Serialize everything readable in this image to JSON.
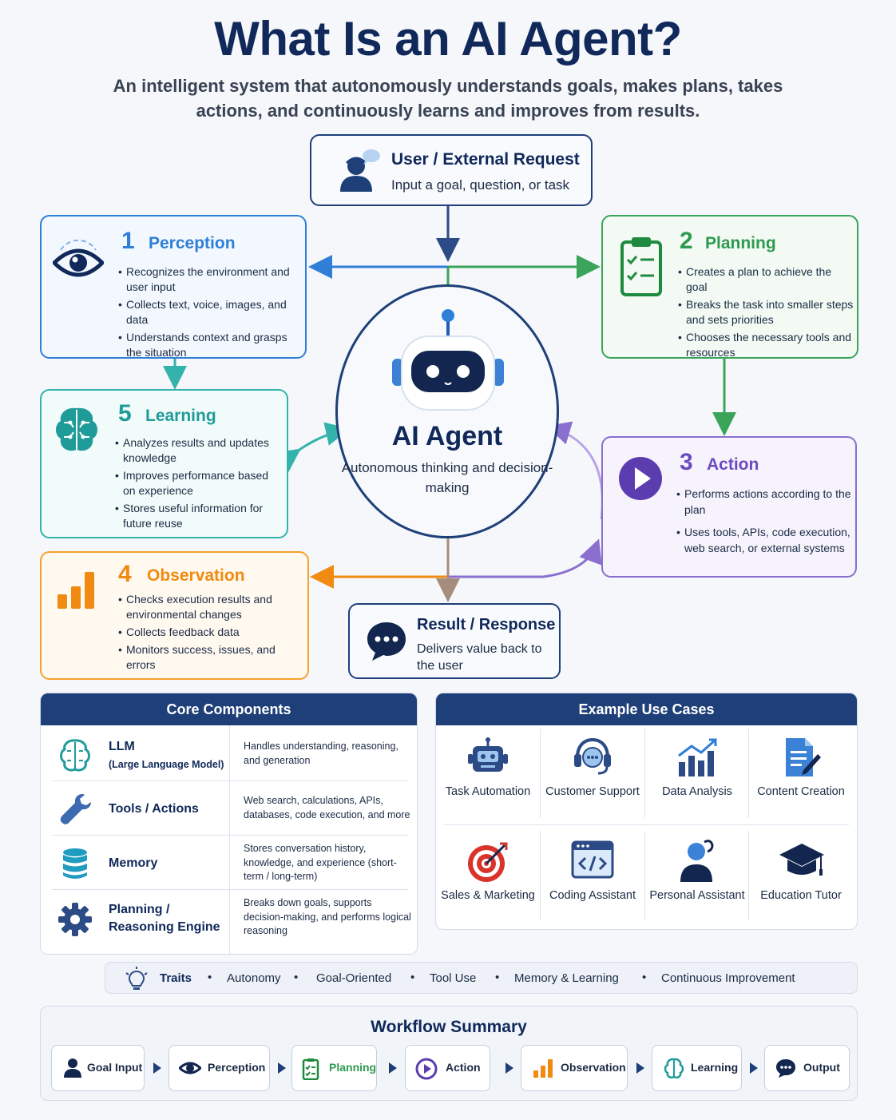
{
  "title": "What Is an AI Agent?",
  "subtitle": "An intelligent system that autonomously understands goals, makes plans, takes actions, and continuously learns and improves from results.",
  "user_request": {
    "title": "User / External Request",
    "subtitle": "Input a goal, question, or task",
    "icon": "user-speech-icon"
  },
  "stages": {
    "perception": {
      "number": "1",
      "title": "Perception",
      "color": "#2f7fd8",
      "icon": "eye-icon",
      "bullets": [
        "Recognizes the environment and user input",
        "Collects text, voice, images, and data",
        "Understands context and grasps the situation"
      ]
    },
    "planning": {
      "number": "2",
      "title": "Planning",
      "color": "#2e9a4f",
      "icon": "clipboard-check-icon",
      "bullets": [
        "Creates a plan to achieve the goal",
        "Breaks the task into smaller steps and sets priorities",
        "Chooses the necessary tools and resources"
      ]
    },
    "action": {
      "number": "3",
      "title": "Action",
      "color": "#6b4bc0",
      "icon": "play-icon",
      "bullets": [
        "Performs actions according to the plan",
        "Uses tools, APIs, code execution, web search, or external systems"
      ]
    },
    "observation": {
      "number": "4",
      "title": "Observation",
      "color": "#f08a10",
      "icon": "bar-chart-icon",
      "bullets": [
        "Checks execution results and environmental changes",
        "Collects feedback data",
        "Monitors success, issues, and errors"
      ]
    },
    "learning": {
      "number": "5",
      "title": "Learning",
      "color": "#1f9c9a",
      "icon": "brain-icon",
      "bullets": [
        "Analyzes results and updates knowledge",
        "Improves performance based on experience",
        "Stores useful information for future reuse"
      ]
    }
  },
  "agent": {
    "title": "AI Agent",
    "subtitle": "Autonomous thinking and decision-making",
    "icon": "robot-icon"
  },
  "result": {
    "title": "Result / Response",
    "subtitle": "Delivers value back to the user",
    "icon": "chat-bubble-icon"
  },
  "core_components": {
    "title": "Core Components",
    "rows": [
      {
        "name": "LLM",
        "sub": "(Large Language Model)",
        "desc": "Handles understanding, reasoning, and generation",
        "icon": "brain-icon"
      },
      {
        "name": "Tools / Actions",
        "sub": "",
        "desc": "Web search, calculations, APIs, databases, code execution, and more",
        "icon": "wrench-icon"
      },
      {
        "name": "Memory",
        "sub": "",
        "desc": "Stores conversation history, knowledge, and experience (short-term / long-term)",
        "icon": "database-icon"
      },
      {
        "name": "Planning / Reasoning Engine",
        "sub": "",
        "desc": "Breaks down goals, supports decision-making, and performs logical reasoning",
        "icon": "gear-icon"
      }
    ]
  },
  "use_cases": {
    "title": "Example Use Cases",
    "items": [
      {
        "label": "Task Automation",
        "icon": "robot-icon"
      },
      {
        "label": "Customer Support",
        "icon": "headset-icon"
      },
      {
        "label": "Data Analysis",
        "icon": "chart-trend-icon"
      },
      {
        "label": "Content Creation",
        "icon": "document-pen-icon"
      },
      {
        "label": "Sales & Marketing",
        "icon": "target-icon"
      },
      {
        "label": "Coding Assistant",
        "icon": "code-window-icon"
      },
      {
        "label": "Personal Assistant",
        "icon": "person-icon"
      },
      {
        "label": "Education Tutor",
        "icon": "graduation-cap-icon"
      }
    ]
  },
  "traits": {
    "label": "Traits",
    "items": [
      "Autonomy",
      "Goal-Oriented",
      "Tool Use",
      "Memory & Learning",
      "Continuous Improvement"
    ],
    "icon": "lightbulb-icon"
  },
  "workflow": {
    "title": "Workflow Summary",
    "steps": [
      "Goal Input",
      "Perception",
      "Planning",
      "Action",
      "Observation",
      "Learning",
      "Output"
    ]
  },
  "colors": {
    "navy": "#1e3f78",
    "perception": "#2f7fd8",
    "planning": "#3aa55a",
    "action": "#8a6fcf",
    "observation": "#f5a12c",
    "learning": "#34b3ad"
  }
}
